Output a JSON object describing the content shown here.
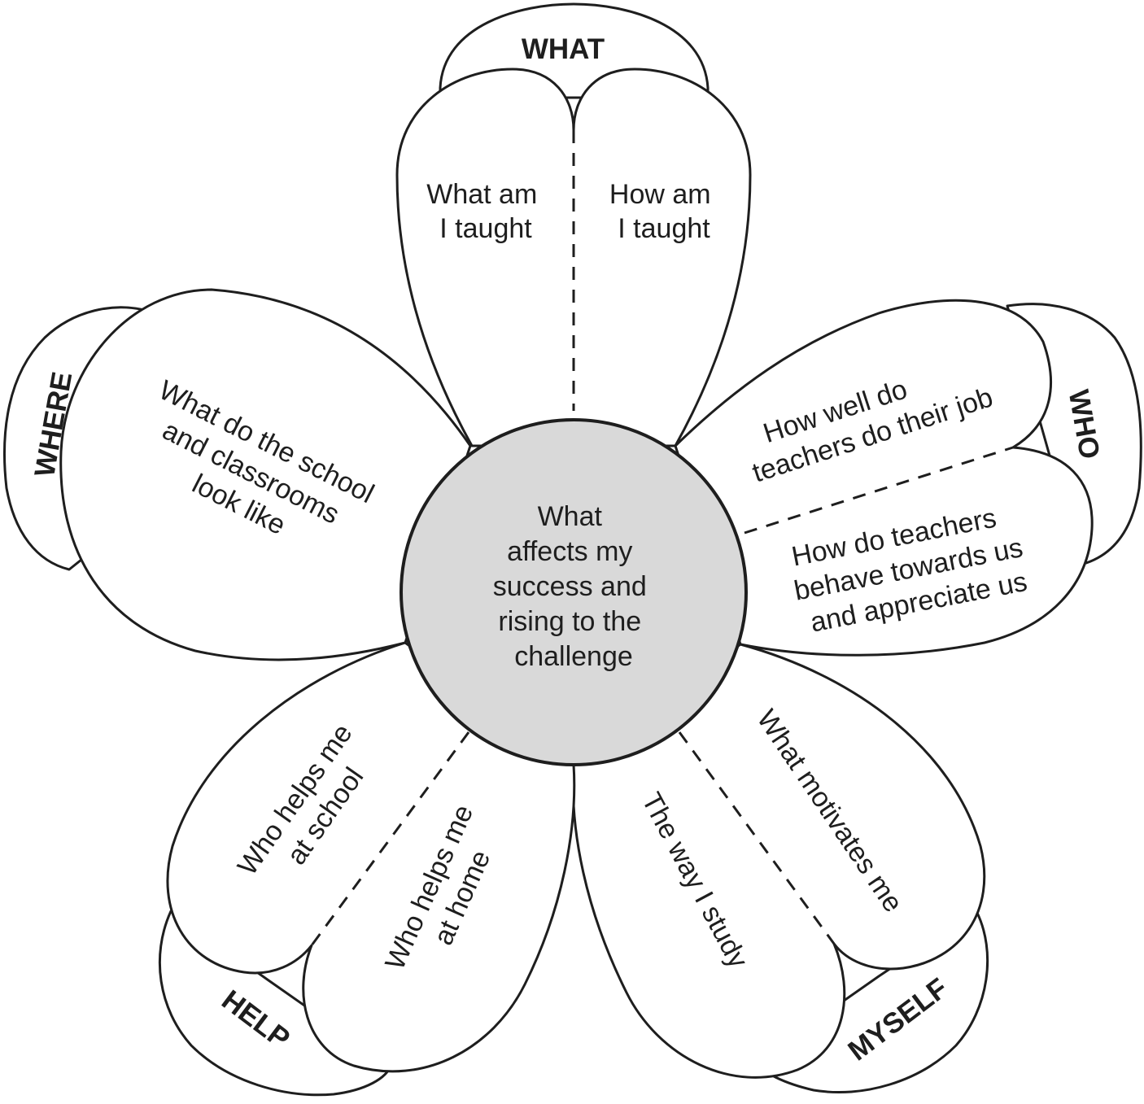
{
  "center": {
    "lines": [
      "What",
      "affects my",
      "success and",
      "rising to the",
      "challenge"
    ]
  },
  "petals": {
    "what": {
      "title": "WHAT",
      "left": {
        "lines": [
          "What am",
          "I taught"
        ]
      },
      "right": {
        "lines": [
          "How am",
          "I taught"
        ]
      }
    },
    "who": {
      "title": "WHO",
      "upper": {
        "lines": [
          "How well do",
          "teachers do their job"
        ]
      },
      "lower": {
        "lines": [
          "How do teachers",
          "behave towards us",
          "and appreciate us"
        ]
      }
    },
    "myself": {
      "title": "MYSELF",
      "outer": {
        "lines": [
          "What motivates me"
        ]
      },
      "inner": {
        "lines": [
          "The way I study"
        ]
      }
    },
    "help": {
      "title": "HELP",
      "upper": {
        "lines": [
          "Who helps me",
          "at school"
        ]
      },
      "lower": {
        "lines": [
          "Who helps me",
          "at home"
        ]
      }
    },
    "where": {
      "title": "WHERE",
      "body": {
        "lines": [
          "What do the school",
          "and classrooms",
          "look like"
        ]
      }
    }
  }
}
